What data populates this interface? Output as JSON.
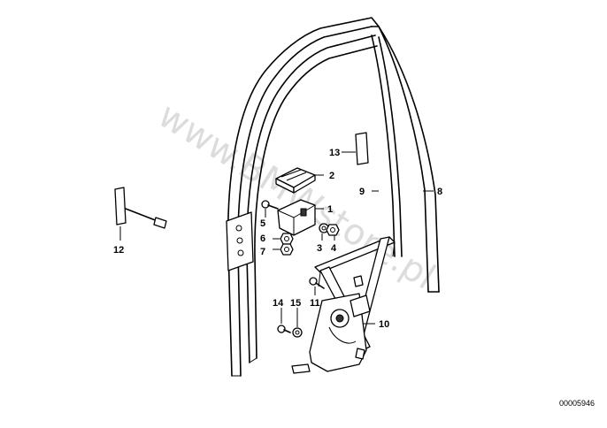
{
  "watermark": "www.BMWstore.pl",
  "reference_number": "00005946",
  "callouts": [
    {
      "id": "13",
      "label": "13"
    },
    {
      "id": "2",
      "label": "2"
    },
    {
      "id": "9",
      "label": "9"
    },
    {
      "id": "8",
      "label": "8"
    },
    {
      "id": "1",
      "label": "1"
    },
    {
      "id": "5",
      "label": "5"
    },
    {
      "id": "6",
      "label": "6"
    },
    {
      "id": "7",
      "label": "7"
    },
    {
      "id": "3",
      "label": "3"
    },
    {
      "id": "4",
      "label": "4"
    },
    {
      "id": "12",
      "label": "12"
    },
    {
      "id": "11",
      "label": "11"
    },
    {
      "id": "14",
      "label": "14"
    },
    {
      "id": "15",
      "label": "15"
    },
    {
      "id": "10",
      "label": "10"
    }
  ]
}
